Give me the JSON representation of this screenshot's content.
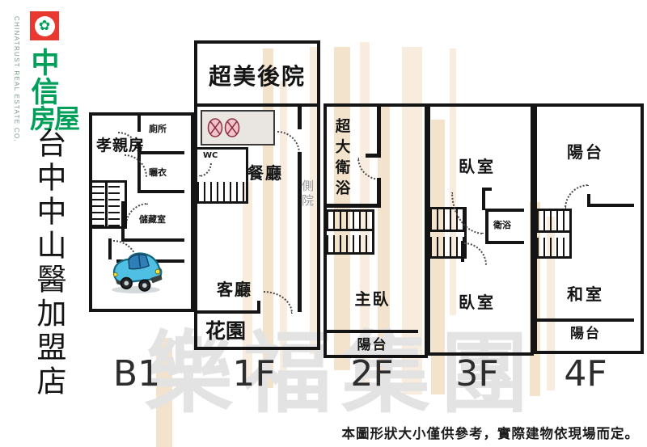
{
  "brand": {
    "logo": {
      "flower": "✿",
      "char1": "中",
      "char2": "信",
      "char3": "房屋",
      "english": "CHINATRUST REAL ESTATE CO."
    },
    "store_name": "台中中山醫加盟店"
  },
  "floors": {
    "b1": {
      "label": "B1",
      "parents_room": "孝親房",
      "toilet": "廁所",
      "laundry": "曬衣",
      "storage": "儲藏室"
    },
    "f1": {
      "label": "1F",
      "backyard": "超美後院",
      "wc": "WC",
      "dining": "餐廳",
      "side_yard": "側院",
      "living": "客廳",
      "garden": "花園"
    },
    "f2": {
      "label": "2F",
      "bathroom": "超大衛浴",
      "master_bedroom": "主臥",
      "balcony": "陽台"
    },
    "f3": {
      "label": "3F",
      "bedroom_upper": "臥室",
      "bathroom": "衛浴",
      "bedroom_lower": "臥室"
    },
    "f4": {
      "label": "4F",
      "balcony_upper": "陽台",
      "tatami_room": "和室",
      "balcony_lower": "陽台"
    }
  },
  "watermark": {
    "company": "樂福集團"
  },
  "footer": {
    "disclaimer": "本圖形狀大小僅供參考，實際建物依現場而定。"
  },
  "colors": {
    "brand_green": "#00a05a",
    "brand_red": "#e8382f",
    "watermark_gray": "#e3e3e3",
    "sketch_tan": "#f6e9d8",
    "car_blue": "#4fc0e4",
    "burner_pink": "#f0c3cd"
  }
}
